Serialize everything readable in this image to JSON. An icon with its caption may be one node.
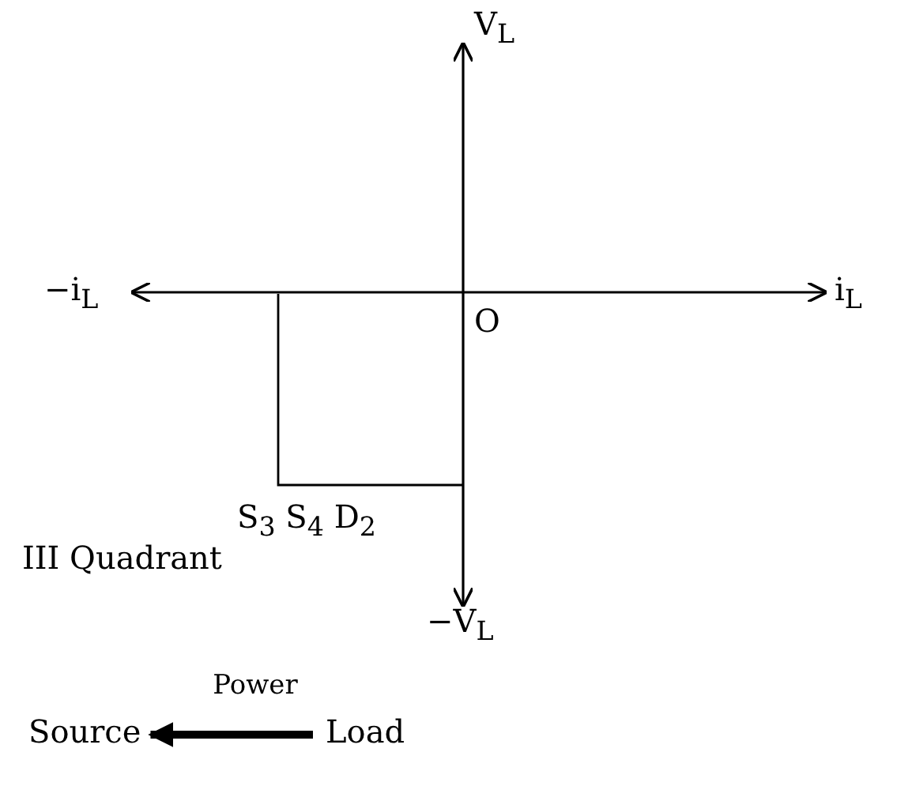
{
  "diagram": {
    "nodes": [
      {
        "text": [
          "Source"
        ]
      },
      {
        "text": [
          "Load"
        ]
      }
    ],
    "edges": [
      {
        "from": 1,
        "to": 0,
        "arrow": "to",
        "label": "Power"
      }
    ],
    "labels": [
      "V$_{L}$",
      "−i$_{L}$",
      "i$_{L}$",
      "O",
      "S$_{3}$ S$_{4}$ D$_{2}$",
      "III Quadrant",
      "−V$_{L}$"
    ]
  }
}
